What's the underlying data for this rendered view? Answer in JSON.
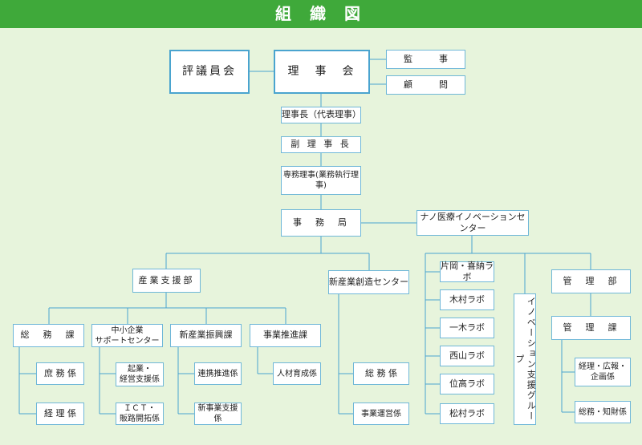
{
  "title": "組 織 図",
  "org": {
    "hyogiinkai": "評議員会",
    "rijikai": "理　事　会",
    "kanji": "監　　　事",
    "komon": "顧　　　問",
    "rijicho": "理事長（代表理事）",
    "fukurijicho": "副 理 事 長",
    "senmu": "専務理事(業務執行理事)",
    "jimukyoku": "事　務　局",
    "nano_center": "ナノ医療イノベーションセンター",
    "sangyo_shien": "産業支援部",
    "shinsangyo_center": "新産業創造センター",
    "labs": [
      "片岡・喜納ラボ",
      "木村ラボ",
      "一木ラボ",
      "西山ラボ",
      "位高ラボ",
      "松村ラボ"
    ],
    "innovation_group": "イノベーション支援グループ",
    "kanri_bu": "管　理　部",
    "kanri_ka": "管　理　課",
    "somu_ka": "総　務　課",
    "chusho": "中小企業\nサポートセンター",
    "shinsangyo_shinko": "新産業振興課",
    "jigyo_suishin": "事業推進課",
    "shomu": "庶 務 係",
    "keiri": "経 理 係",
    "kigyo": "起業・\n経営支援係",
    "ict": "ＩＣＴ・\n販路開拓係",
    "renkei": "連携推進係",
    "shinjigyo": "新事業支援係",
    "jinzai": "人材育成係",
    "somu_kakari": "総 務 係",
    "jigyo_unei": "事業運営係",
    "keiri_koho": "経理・広報・\n企画係",
    "somu_chizai": "総務・知財係"
  },
  "colors": {
    "title_bar": "#3fa93a",
    "background": "#e7f4dc",
    "border": "#6fb7d8",
    "line": "#4aa4cf"
  }
}
